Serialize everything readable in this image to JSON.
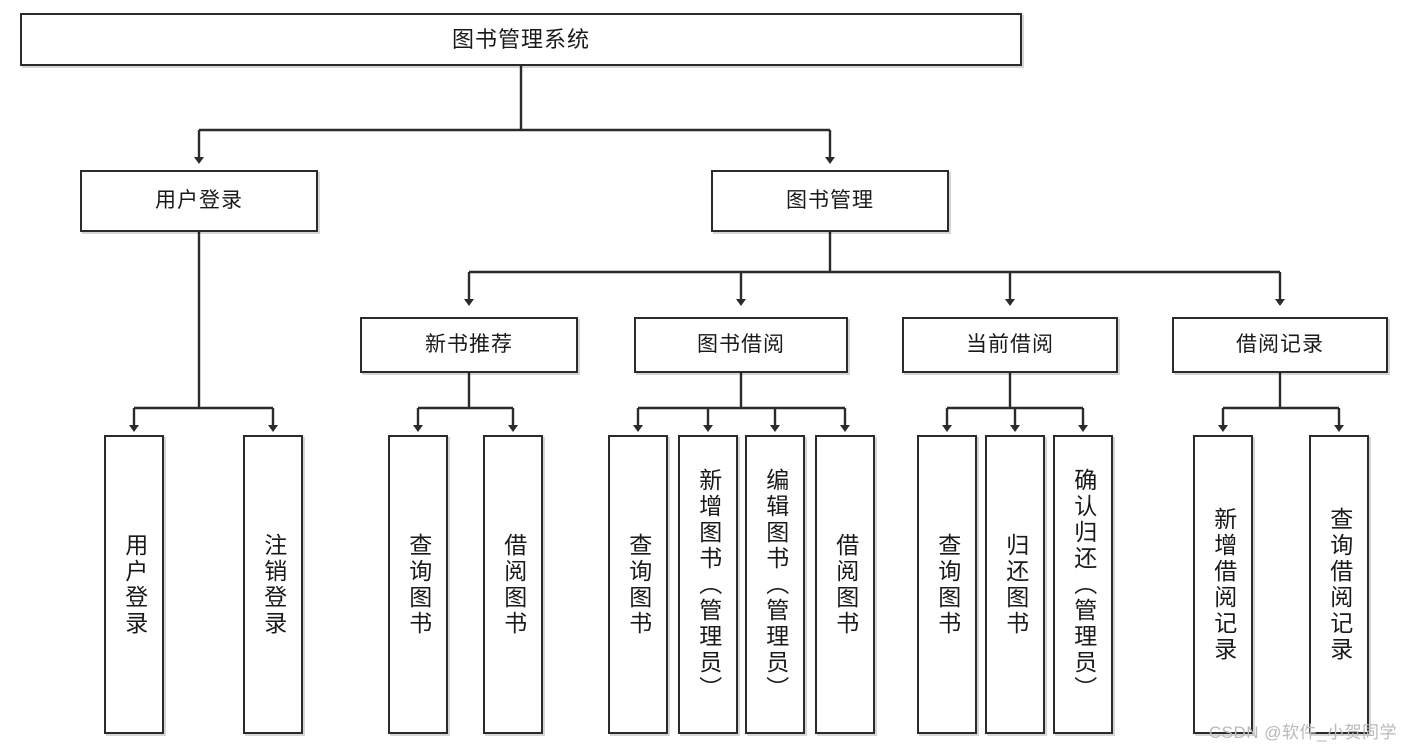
{
  "diagram": {
    "title": "图书管理系统",
    "watermark": "CSDN @软件_小贺同学",
    "colors": {
      "box_border": "#2b2b2b",
      "box_fill": "#ffffff",
      "connector": "#2b2b2b",
      "text": "#1a1a1a",
      "watermark": "#b9b9b9"
    },
    "nodes": {
      "root": "图书管理系统",
      "level2": [
        "用户登录",
        "图书管理"
      ],
      "level3": [
        "新书推荐",
        "图书借阅",
        "当前借阅",
        "借阅记录"
      ],
      "leaves": {
        "user_login": [
          "用户登录",
          "注销登录"
        ],
        "new_book_recommend": [
          "查询图书",
          "借阅图书"
        ],
        "book_borrow": [
          "查询图书",
          "新增图书（管理员）",
          "编辑图书（管理员）",
          "借阅图书"
        ],
        "current_borrow": [
          "查询图书",
          "归还图书",
          "确认归还（管理员）"
        ],
        "borrow_record": [
          "新增借阅记录",
          "查询借阅记录"
        ]
      }
    }
  }
}
